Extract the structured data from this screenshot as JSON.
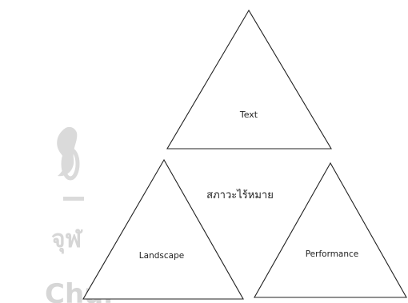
{
  "diagram": {
    "center_label": "สภาวะไร้หมาย",
    "triangles": [
      {
        "id": "top",
        "label": "Text"
      },
      {
        "id": "bottom-left",
        "label": "Landscape"
      },
      {
        "id": "bottom-right",
        "label": "Performance"
      }
    ]
  },
  "watermark": {
    "line1": "จุฬ",
    "line2": "Chul"
  },
  "colors": {
    "stroke": "#222222",
    "text": "#222222",
    "watermark": "#d6d6d6"
  }
}
